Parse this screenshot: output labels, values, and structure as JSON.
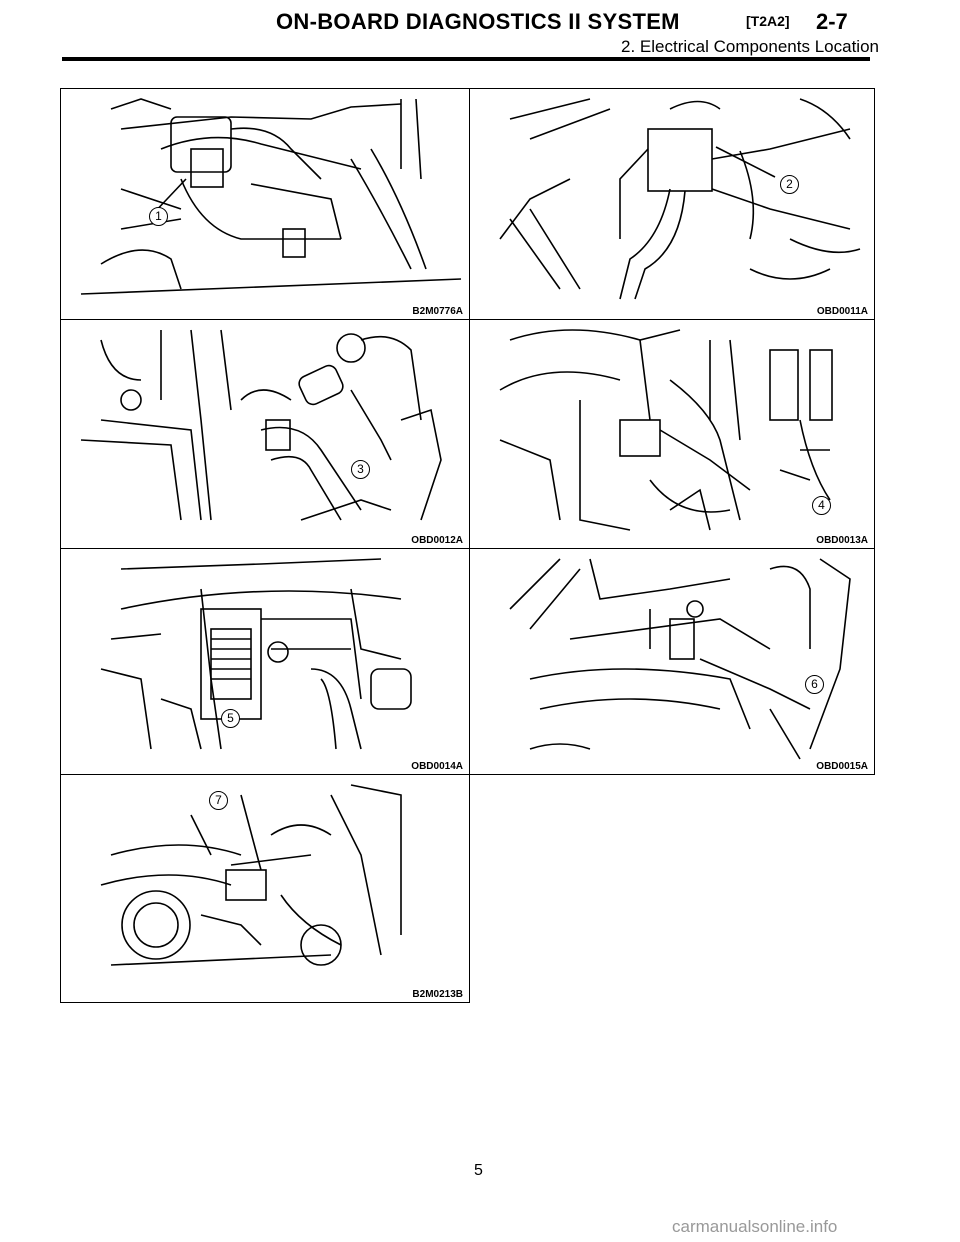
{
  "header": {
    "title": "ON-BOARD DIAGNOSTICS II SYSTEM",
    "code": "[T2A2]",
    "page": "2-7",
    "subtitle": "2. Electrical Components Location"
  },
  "figures": [
    {
      "code": "B2M0776A",
      "callout": "1"
    },
    {
      "code": "OBD0011A",
      "callout": "2"
    },
    {
      "code": "OBD0012A",
      "callout": "3"
    },
    {
      "code": "OBD0013A",
      "callout": "4"
    },
    {
      "code": "OBD0014A",
      "callout": "5"
    },
    {
      "code": "OBD0015A",
      "callout": "6"
    },
    {
      "code": "B2M0213B",
      "callout": "7"
    }
  ],
  "page_number": "5",
  "watermark": "carmanualsonline.info"
}
